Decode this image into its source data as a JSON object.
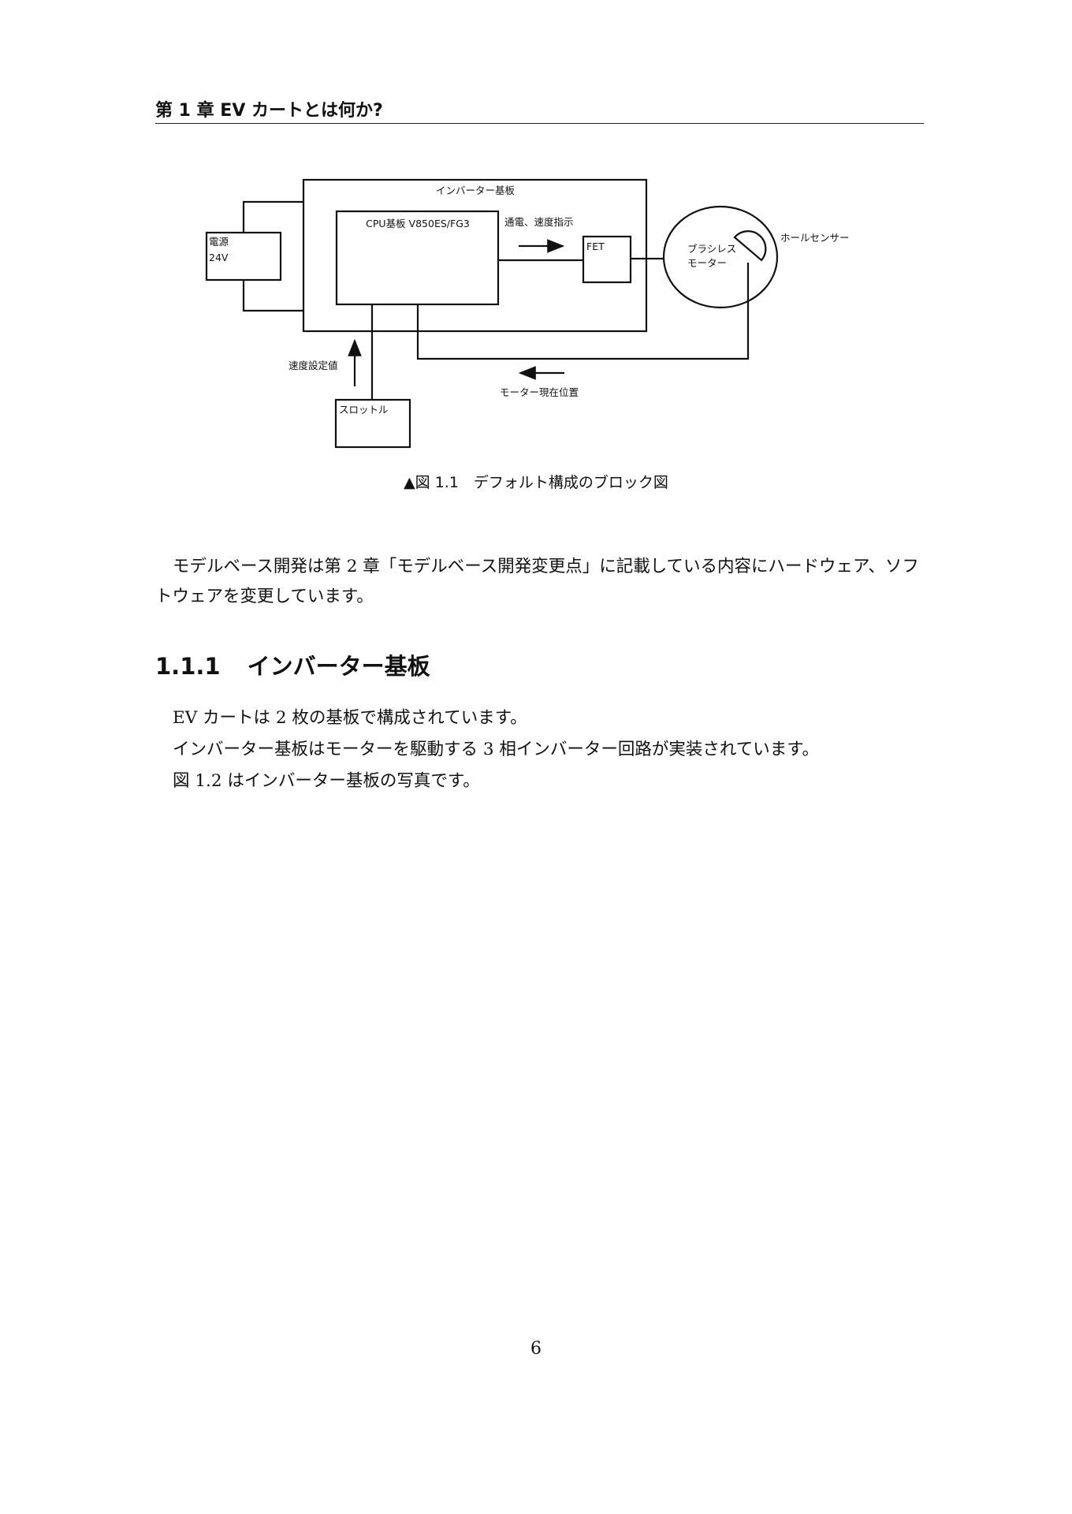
{
  "header": {
    "chapter_title": "第 1 章 EV カートとは何か?"
  },
  "figure": {
    "inverter_board": "インバーター基板",
    "cpu_board": "CPU基板 V850ES/FG3",
    "power_line1": "電源",
    "power_line2": "24V",
    "energize_speed": "通電、速度指示",
    "fet": "FET",
    "motor_line1": "ブラシレス",
    "motor_line2": "モーター",
    "hall_sensor": "ホールセンサー",
    "speed_setting": "速度設定値",
    "motor_position": "モーター現在位置",
    "throttle": "スロットル",
    "caption": "▲図 1.1　デフォルト構成のブロック図"
  },
  "paragraph1": "モデルベース開発は第 2 章「モデルベース開発変更点」に記載している内容にハードウェア、ソフトウェアを変更しています。",
  "section": {
    "number": "1.1.1",
    "title": "インバーター基板"
  },
  "lines": [
    "EV カートは 2 枚の基板で構成されています。",
    "インバーター基板はモーターを駆動する 3 相インバーター回路が実装されています。",
    "図 1.2 はインバーター基板の写真です。"
  ],
  "page_number": "6"
}
